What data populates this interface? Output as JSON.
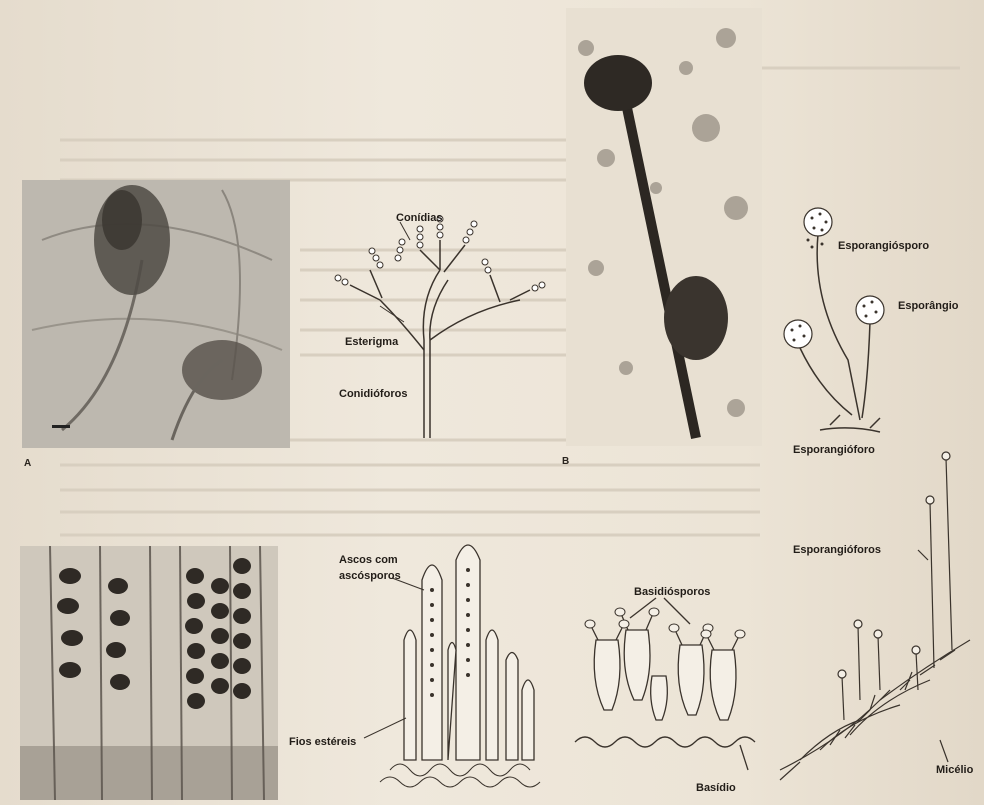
{
  "panel_letters": {
    "a": "A",
    "b": "B"
  },
  "labels": {
    "conidias": "Conídias",
    "esterigma": "Esterigma",
    "conidioforos": "Conidióforos",
    "esporangiosporo": "Esporangiósporo",
    "esporangio": "Esporângio",
    "esporangioforo": "Esporangióforo",
    "esporangioforos": "Esporangióforos",
    "ascos_line1": "Ascos com",
    "ascos_line2": "ascósporos",
    "fios_estereis": "Fios estéreis",
    "basidiosporos": "Basidiósporos",
    "basidio": "Basídio",
    "micelio": "Micélio"
  },
  "colors": {
    "paper": "#ebe3d6",
    "ink": "#1e1a16",
    "photo_gray": "#a9a39a"
  }
}
